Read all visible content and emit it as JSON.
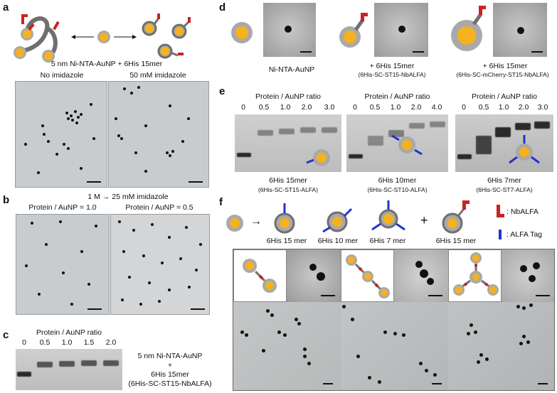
{
  "panels": {
    "a": {
      "label": "a",
      "caption": "5 nm Ni-NTA-AuNP + 6His 15mer",
      "img_left_title": "No imidazole",
      "img_right_title": "50 mM imidazole"
    },
    "b": {
      "label": "b",
      "caption": "1 M → 25 mM imidazole",
      "left_title": "Protein / AuNP = 1.0",
      "right_title": "Protein / AuNP = 0.5"
    },
    "c": {
      "label": "c",
      "ratio_title": "Protein / AuNP ratio",
      "lanes": [
        "0",
        "0.5",
        "1.0",
        "1.5",
        "2.0"
      ],
      "caption_1": "5 nm Ni-NTA-AuNP",
      "caption_2": "+",
      "caption_3": "6His 15mer",
      "caption_4": "(6His-SC-ST15-NbALFA)"
    },
    "d": {
      "label": "d",
      "items": [
        {
          "caption": "Ni-NTA-AuNP",
          "sub": ""
        },
        {
          "caption": "+ 6His 15mer",
          "sub": "(6His-SC-ST15-NbALFA)"
        },
        {
          "caption": "+ 6His 15mer",
          "sub": "(6His-SC-mCherry-ST15-NbALFA)"
        }
      ]
    },
    "e": {
      "label": "e",
      "gels": [
        {
          "title": "Protein / AuNP ratio",
          "lanes": [
            "0",
            "0.5",
            "1.0",
            "2.0",
            "3.0"
          ],
          "caption": "6His 15mer",
          "sub": "(6His-SC-ST15-ALFA)"
        },
        {
          "title": "Protein / AuNP ratio",
          "lanes": [
            "0",
            "0.5",
            "1.0",
            "2.0",
            "4.0"
          ],
          "caption": "6His 10mer",
          "sub": "(6His-SC-ST10-ALFA)"
        },
        {
          "title": "Protein / AuNP ratio",
          "lanes": [
            "0",
            "0.5",
            "1.0",
            "2.0",
            "3.0"
          ],
          "caption": "6His 7mer",
          "sub": "(6His-SC-ST7-ALFA)"
        }
      ]
    },
    "f": {
      "label": "f",
      "arrow": "→",
      "items": [
        "6His 15 mer",
        "6His 10 mer",
        "6His 7 mer",
        "6His 15 mer"
      ],
      "plus": "+",
      "legend": [
        {
          "text": ": NbALFA",
          "color": "#cc2222"
        },
        {
          "text": ": ALFA Tag",
          "color": "#2233cc"
        }
      ]
    }
  },
  "colors": {
    "gold": "#f5b21e",
    "shell": "#a9a9a9",
    "linker": "#6f6f6f",
    "nbalfa": "#cc2222",
    "alfa": "#2233cc"
  }
}
